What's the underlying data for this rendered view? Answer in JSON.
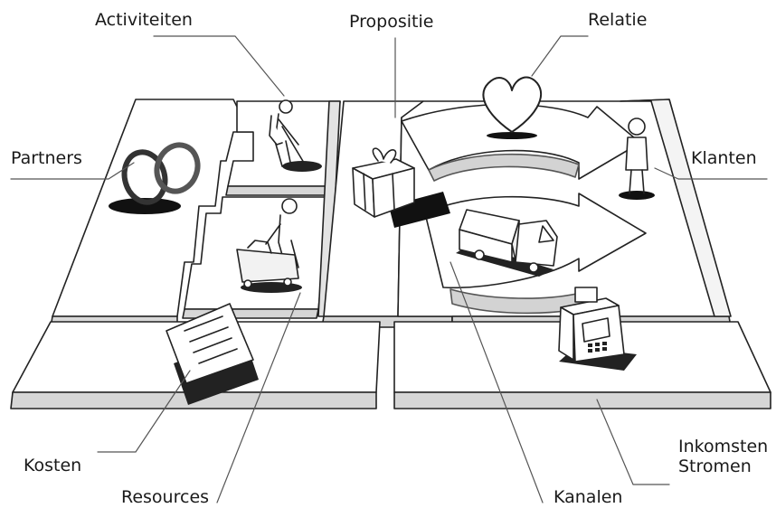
{
  "labels": {
    "activiteiten": "Activiteiten",
    "propositie": "Propositie",
    "relatie": "Relatie",
    "partners": "Partners",
    "klanten": "Klanten",
    "inkomsten_line1": "Inkomsten",
    "inkomsten_line2": "Stromen",
    "kosten": "Kosten",
    "resources": "Resources",
    "kanalen": "Kanalen"
  },
  "icons": {
    "partners": "linked-rings-icon",
    "activiteiten": "person-digging-icon",
    "resources": "person-with-cart-icon",
    "propositie": "gift-box-icon",
    "relatie": "heart-icon",
    "klanten": "standing-person-icon",
    "kanalen": "delivery-truck-icon",
    "inkomsten": "cash-register-icon",
    "kosten": "invoice-document-icon"
  }
}
